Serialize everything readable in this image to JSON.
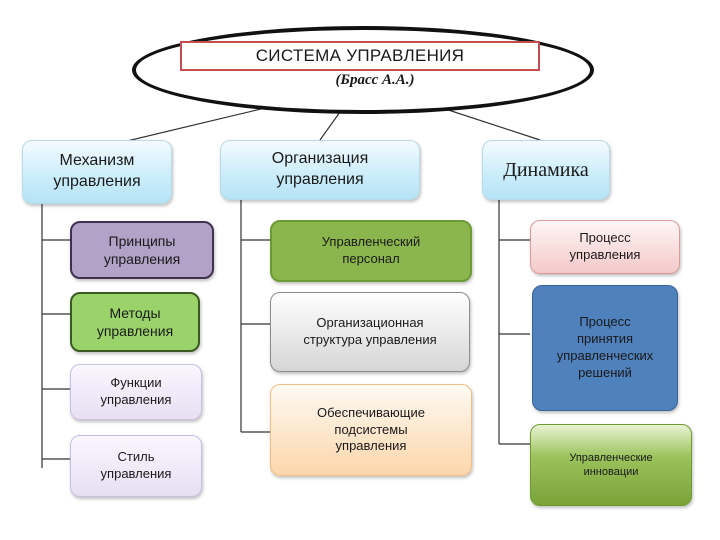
{
  "title": "СИСТЕМА УПРАВЛЕНИЯ",
  "author": "(Брасс А.А.)",
  "columns": [
    {
      "header": "Механизм\nуправления",
      "items": [
        "Принципы\nуправления",
        "Методы\nуправления",
        "Функции\nуправления",
        "Стиль\nуправления"
      ]
    },
    {
      "header": "Организация\nуправления",
      "items": [
        "Управленческий\nперсонал",
        "Организационная\nструктура управления",
        "Обеспечивающие\nподсистемы\nуправления"
      ]
    },
    {
      "header": "Динамика",
      "items": [
        "Процесс\nуправления",
        "Процесс\nпринятия\nуправленческих\nрешений",
        "Управленческие\nинновации"
      ]
    }
  ]
}
